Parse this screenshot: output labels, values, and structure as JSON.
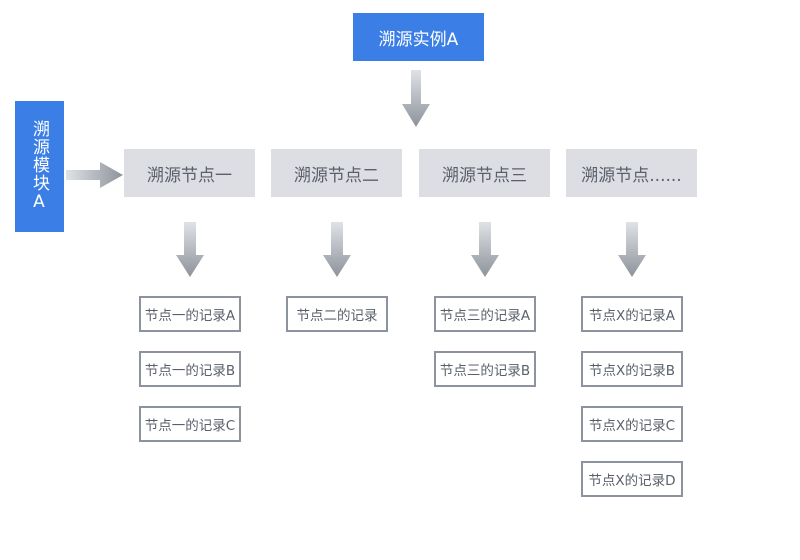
{
  "instance": {
    "label": "溯源实例A"
  },
  "module": {
    "label": "溯源模块A"
  },
  "nodes": [
    {
      "label": "溯源节点一",
      "records": [
        "节点一的记录A",
        "节点一的记录B",
        "节点一的记录C"
      ]
    },
    {
      "label": "溯源节点二",
      "records": [
        "节点二的记录"
      ]
    },
    {
      "label": "溯源节点三",
      "records": [
        "节点三的记录A",
        "节点三的记录B"
      ]
    },
    {
      "label": "溯源节点......",
      "records": [
        "节点X的记录A",
        "节点X的记录B",
        "节点X的记录C",
        "节点X的记录D"
      ]
    }
  ],
  "colors": {
    "accent": "#3b7fe6",
    "node_fill": "#dcdee3",
    "record_border": "#8c939e",
    "arrow_dark": "#8d939b",
    "arrow_light": "#dfe2e6"
  }
}
